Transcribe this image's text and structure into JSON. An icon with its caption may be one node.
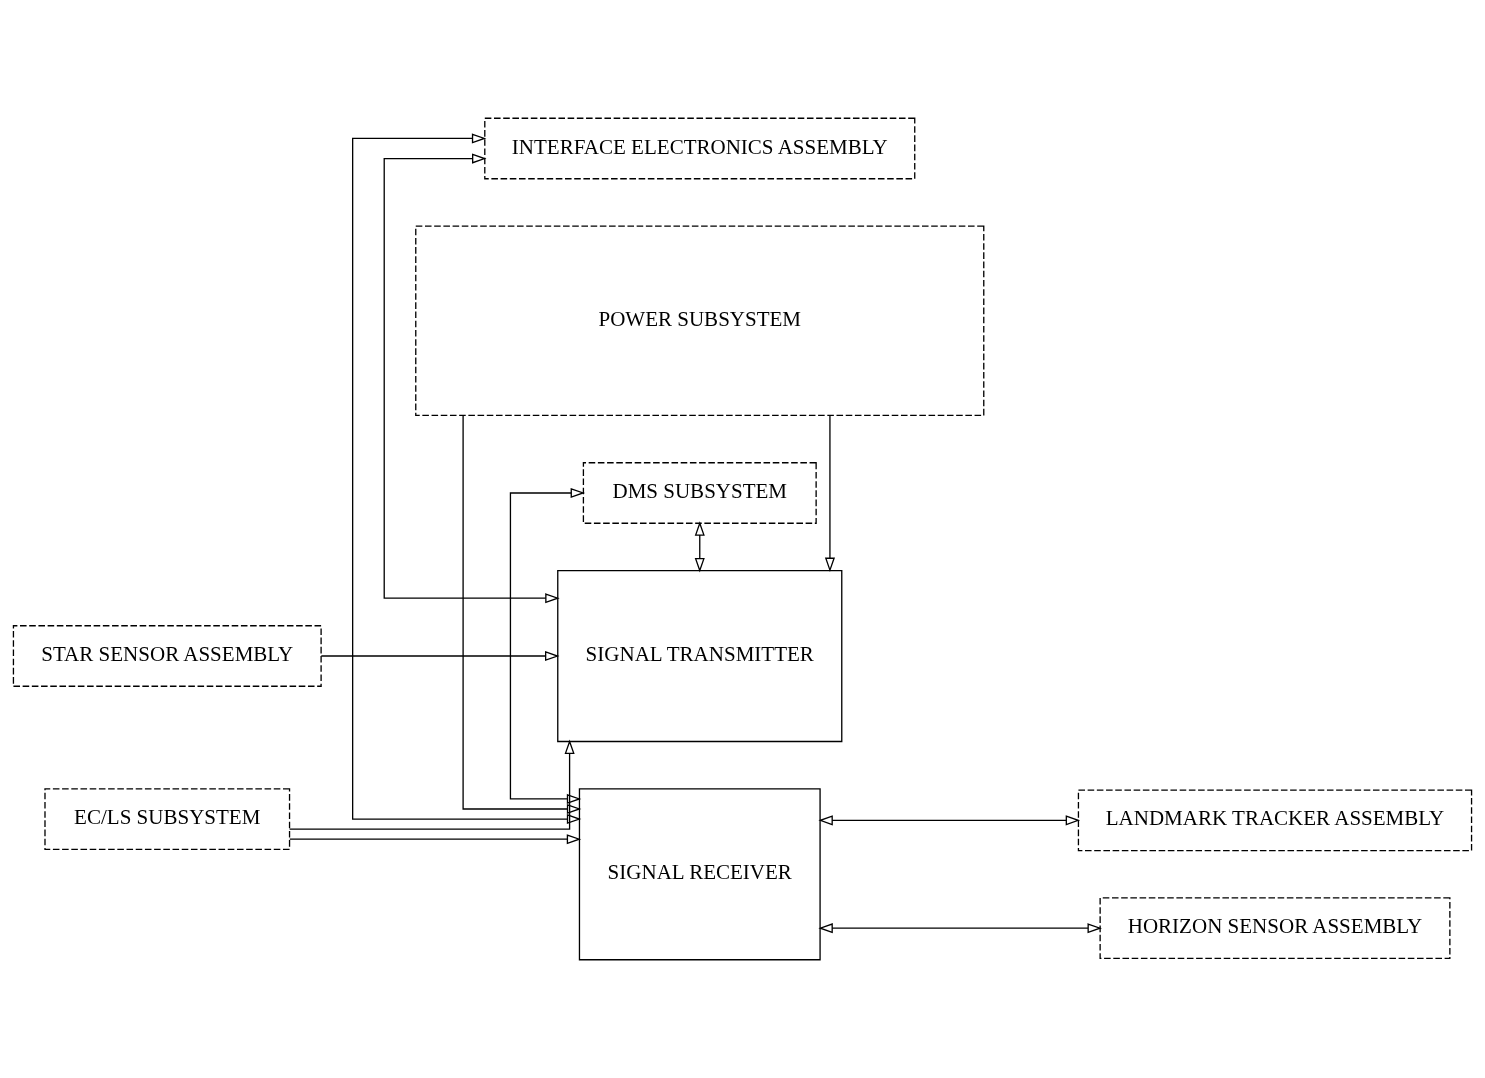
{
  "diagram": {
    "nodes": [
      {
        "text": [
          "DMS SUBSYSTEM"
        ]
      },
      {
        "text": [
          "INTERFACE ELECTRONICS ASSEMBLY"
        ]
      },
      {
        "text": [
          "STAR SENSOR ASSEMBLY"
        ]
      },
      {
        "text": [
          "SIGNAL TRANSMITTER"
        ]
      },
      {
        "text": [
          "SIGNAL RECEIVER"
        ]
      },
      {
        "text": [
          "LANDMARK TRACKER ASSEMBLY"
        ]
      },
      {
        "text": [
          "EC/LS SUBSYSTEM"
        ]
      },
      {
        "text": [
          "HORIZON SENSOR ASSEMBLY"
        ]
      },
      {
        "text": [
          "POWER SUBSYSTEM"
        ]
      }
    ],
    "edges": [
      {
        "from": 0,
        "to": 3,
        "arrow": "both"
      },
      {
        "from": 0,
        "to": 4,
        "arrow": "both"
      },
      {
        "from": 1,
        "to": 3,
        "arrow": "both"
      },
      {
        "from": 1,
        "to": 4,
        "arrow": "both"
      },
      {
        "from": 2,
        "to": 3,
        "arrow": "to"
      },
      {
        "from": 4,
        "to": 5,
        "arrow": "both"
      },
      {
        "from": 4,
        "to": 7,
        "arrow": "both"
      },
      {
        "from": 6,
        "to": 3,
        "arrow": "to"
      },
      {
        "from": 6,
        "to": 4,
        "arrow": "to"
      },
      {
        "from": 8,
        "to": 3,
        "arrow": "to"
      },
      {
        "from": 8,
        "to": 4,
        "arrow": "to"
      }
    ]
  }
}
